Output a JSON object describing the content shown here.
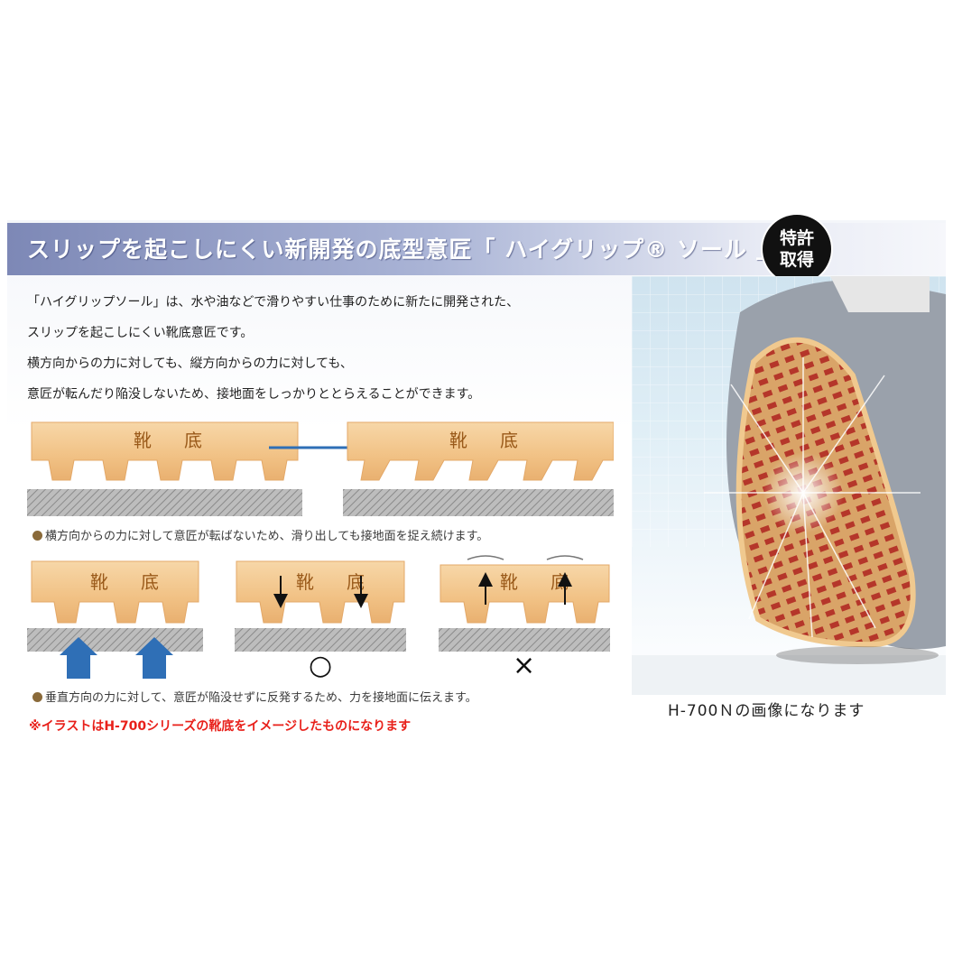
{
  "header": {
    "title": "スリップを起こしにくい新開発の底型意匠「 ハイグリップ® ソール 」",
    "badge_line1": "特許",
    "badge_line2": "取得"
  },
  "intro": {
    "line1": "「ハイグリップソール」は、水や油などで滑りやすい仕事のために新たに開発された、",
    "line2": "スリップを起こしにくい靴底意匠です。",
    "line3": "横方向からの力に対しても、縦方向からの力に対しても、",
    "line4": "意匠が転んだり陥没しないため、接地面をしっかりととらえることができます。"
  },
  "diagrams": {
    "sole_label": "靴　底",
    "note_horizontal": "横方向からの力に対して意匠が転ばないため、滑り出しても接地面を捉え続けます。",
    "note_vertical": "垂直方向の力に対して、意匠が陥没せずに反発するため、力を接地面に伝えます。",
    "mark_good": "○",
    "mark_bad": "×"
  },
  "disclaimer": "※イラストはH-700シリーズの靴底をイメージしたものになります",
  "photo": {
    "caption": "H-700Ｎの画像になります"
  },
  "colors": {
    "header_gradient_start": "#7d88b6",
    "sole": "#f3c98e",
    "arrow_blue": "#2f6fb6",
    "disclaimer_red": "#e8201a"
  }
}
